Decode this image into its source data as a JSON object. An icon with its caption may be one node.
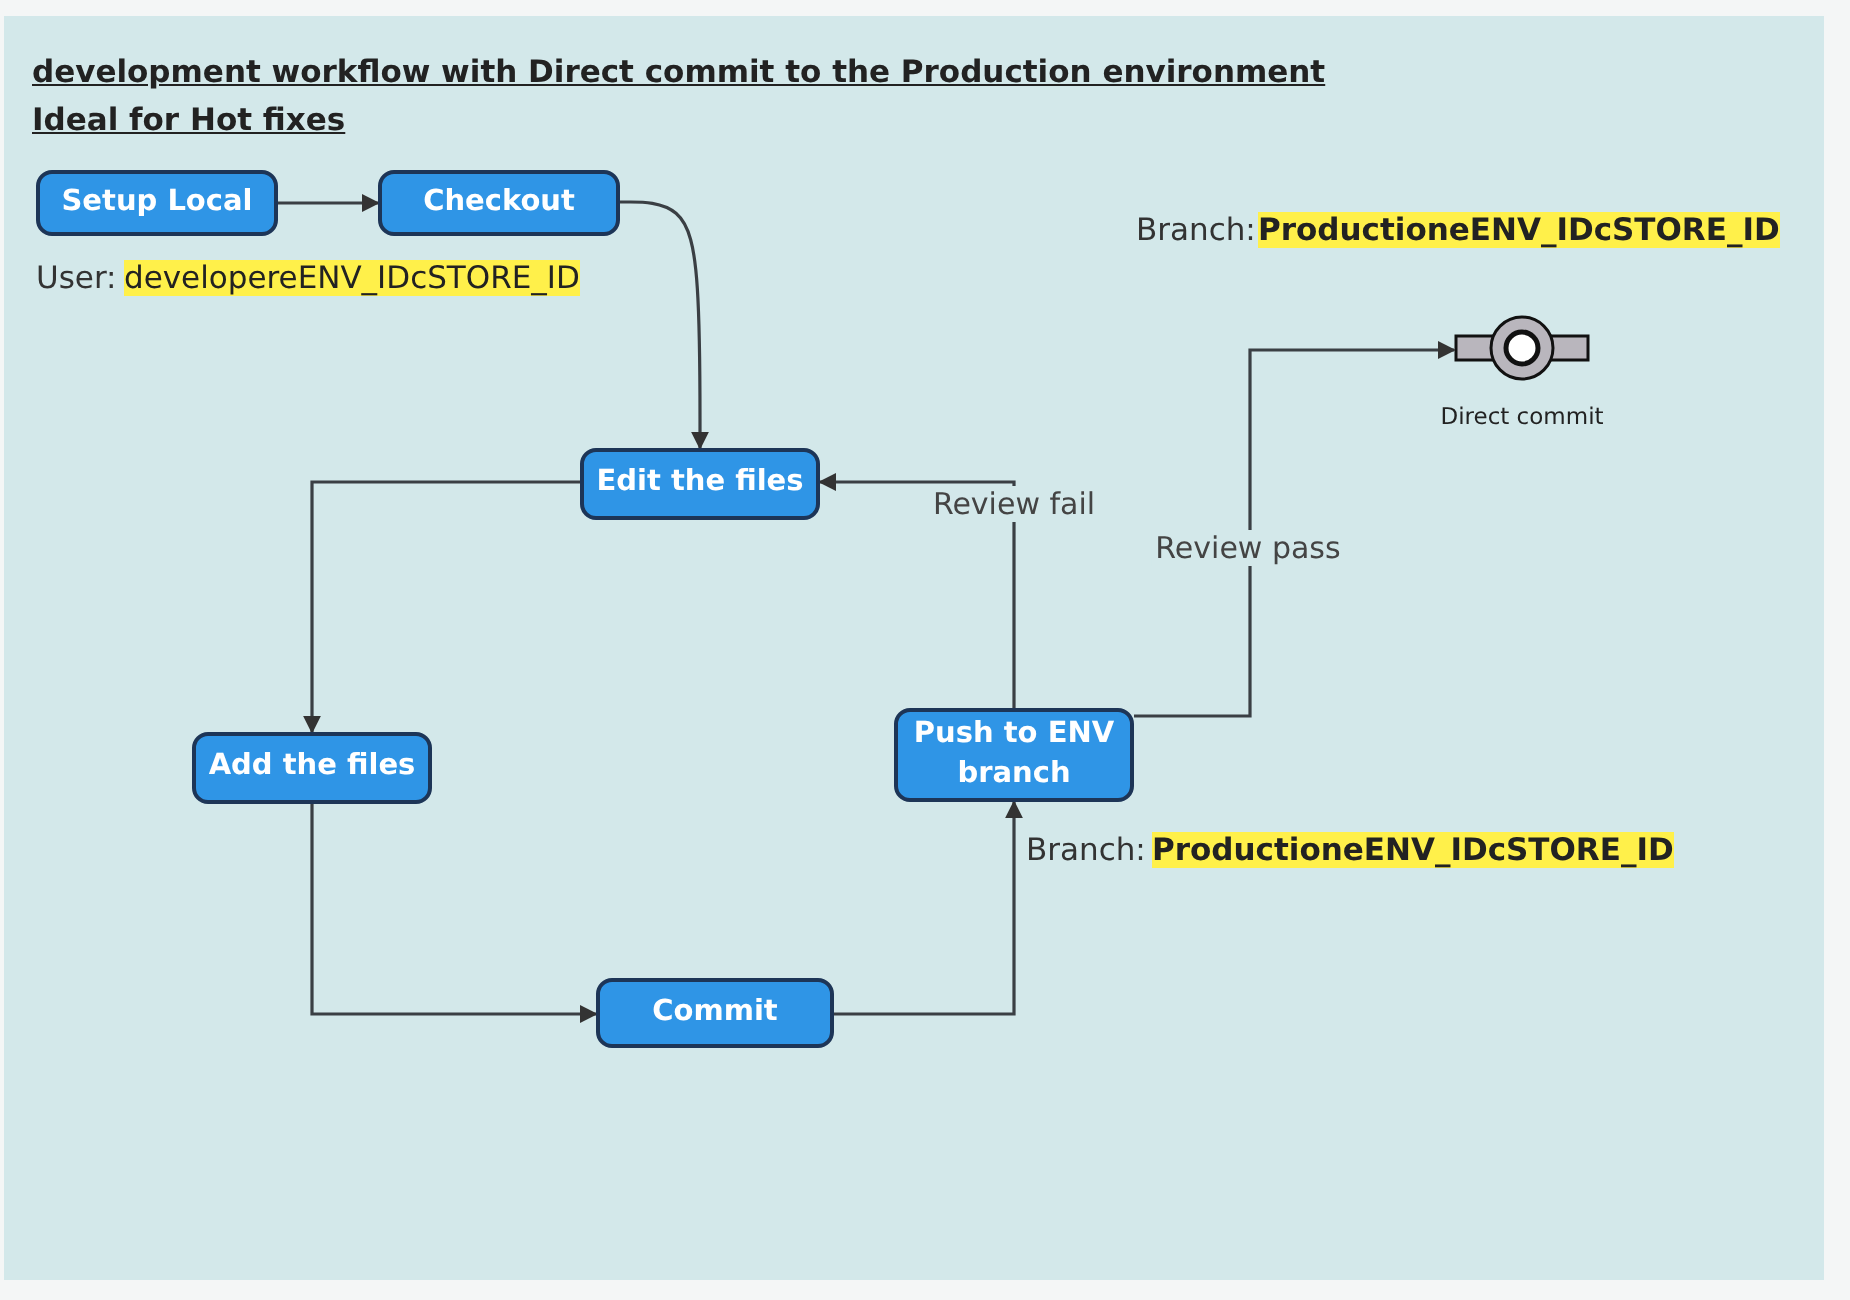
{
  "diagram": {
    "title": "development workflow with Direct commit to the Production environment",
    "nodes": [
      {
        "text": [
          "Setup Local"
        ]
      },
      {
        "text": [
          "Checkout"
        ]
      },
      {
        "text": [
          "Edit the files"
        ]
      },
      {
        "text": [
          "Add the files"
        ]
      },
      {
        "text": [
          "Commit"
        ]
      },
      {
        "text": [
          "Push to ENV branch"
        ]
      },
      {
        "text": [],
        "shape": "picture",
        "beside": [
          "Direct commit"
        ]
      }
    ],
    "edges": [
      {
        "from": 0,
        "to": 1,
        "arrow": "to"
      },
      {
        "from": 1,
        "to": 2,
        "arrow": "to"
      },
      {
        "from": 2,
        "to": 3,
        "arrow": "to"
      },
      {
        "from": 3,
        "to": 4,
        "arrow": "to"
      },
      {
        "from": 4,
        "to": 5,
        "arrow": "to"
      },
      {
        "from": 5,
        "to": 2,
        "arrow": "to",
        "label": "Review fail"
      },
      {
        "from": 5,
        "to": 6,
        "arrow": "to",
        "label": "Review pass"
      }
    ],
    "labels": [
      "Ideal for Hot fixes",
      "Branch:",
      "ProductioneENV_IDcSTORE_ID",
      "User:",
      "developereENV_IDcSTORE_ID",
      "Branch:",
      "ProductioneENV_IDcSTORE_ID"
    ]
  }
}
